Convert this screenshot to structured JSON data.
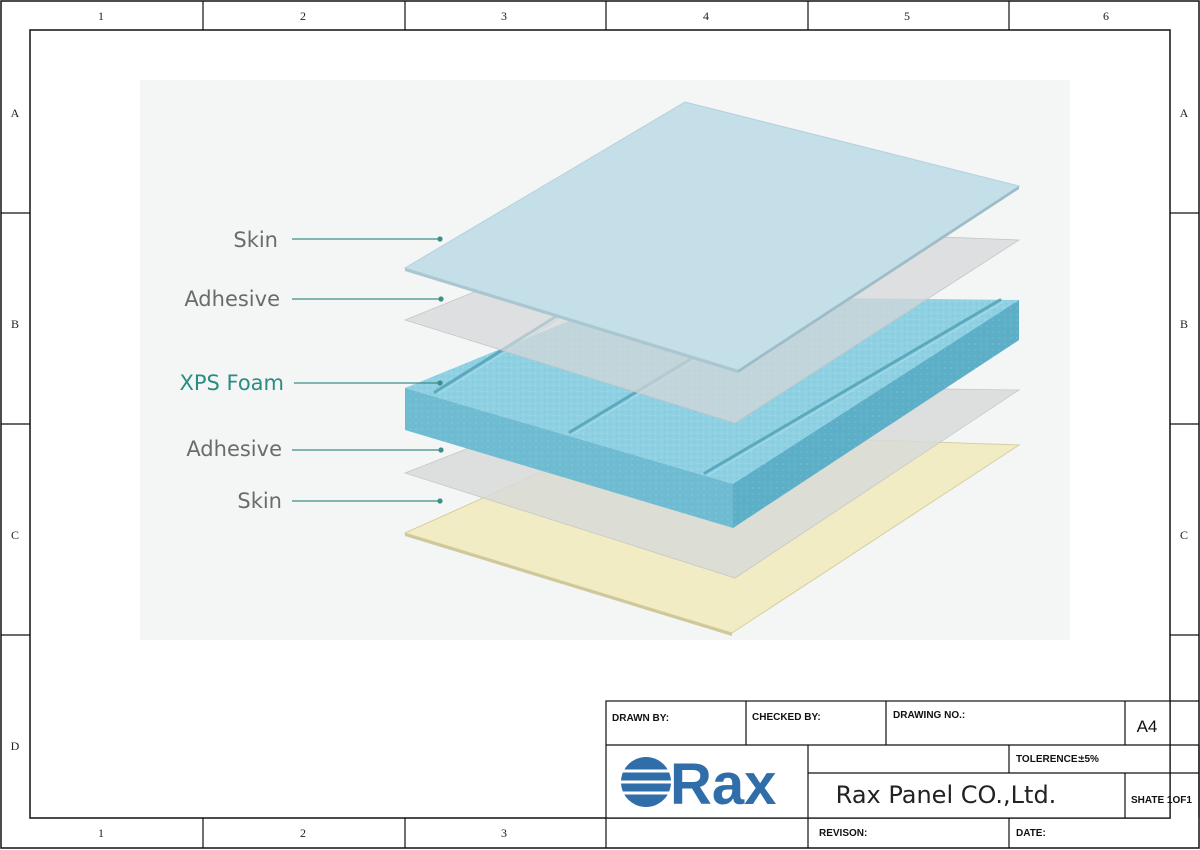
{
  "frame": {
    "column_numbers_top": [
      "1",
      "2",
      "3",
      "4",
      "5",
      "6"
    ],
    "column_numbers_bottom": [
      "1",
      "2",
      "3"
    ],
    "row_letters": [
      "A",
      "B",
      "C",
      "D"
    ]
  },
  "diagram": {
    "layers": [
      {
        "label": "Skin",
        "highlight": false,
        "color": "#c5dfe8"
      },
      {
        "label": "Adhesive",
        "highlight": false,
        "color": "#d9d9d9"
      },
      {
        "label": "XPS Foam",
        "highlight": true,
        "color": "#8fd0e2"
      },
      {
        "label": "Adhesive",
        "highlight": false,
        "color": "#d9d9d9"
      },
      {
        "label": "Skin",
        "highlight": false,
        "color": "#f1ecc4"
      }
    ],
    "label_color": "#6b6b6b",
    "highlight_color": "#2a8c83",
    "leader_color": "#3d8f87"
  },
  "title_block": {
    "drawn_by": "DRAWN BY:",
    "checked_by": "CHECKED BY:",
    "drawing_no": "DRAWING NO.:",
    "sheet_size": "A4",
    "tolerance_label": "TOLERENCE:",
    "tolerance_value": "±5%",
    "logo_text": "Rax",
    "logo_color": "#2f6ea8",
    "company": "Rax Panel CO.,Ltd.",
    "sheet": "SHATE 1OF1",
    "revision": "REVISON:",
    "date": "DATE:"
  }
}
